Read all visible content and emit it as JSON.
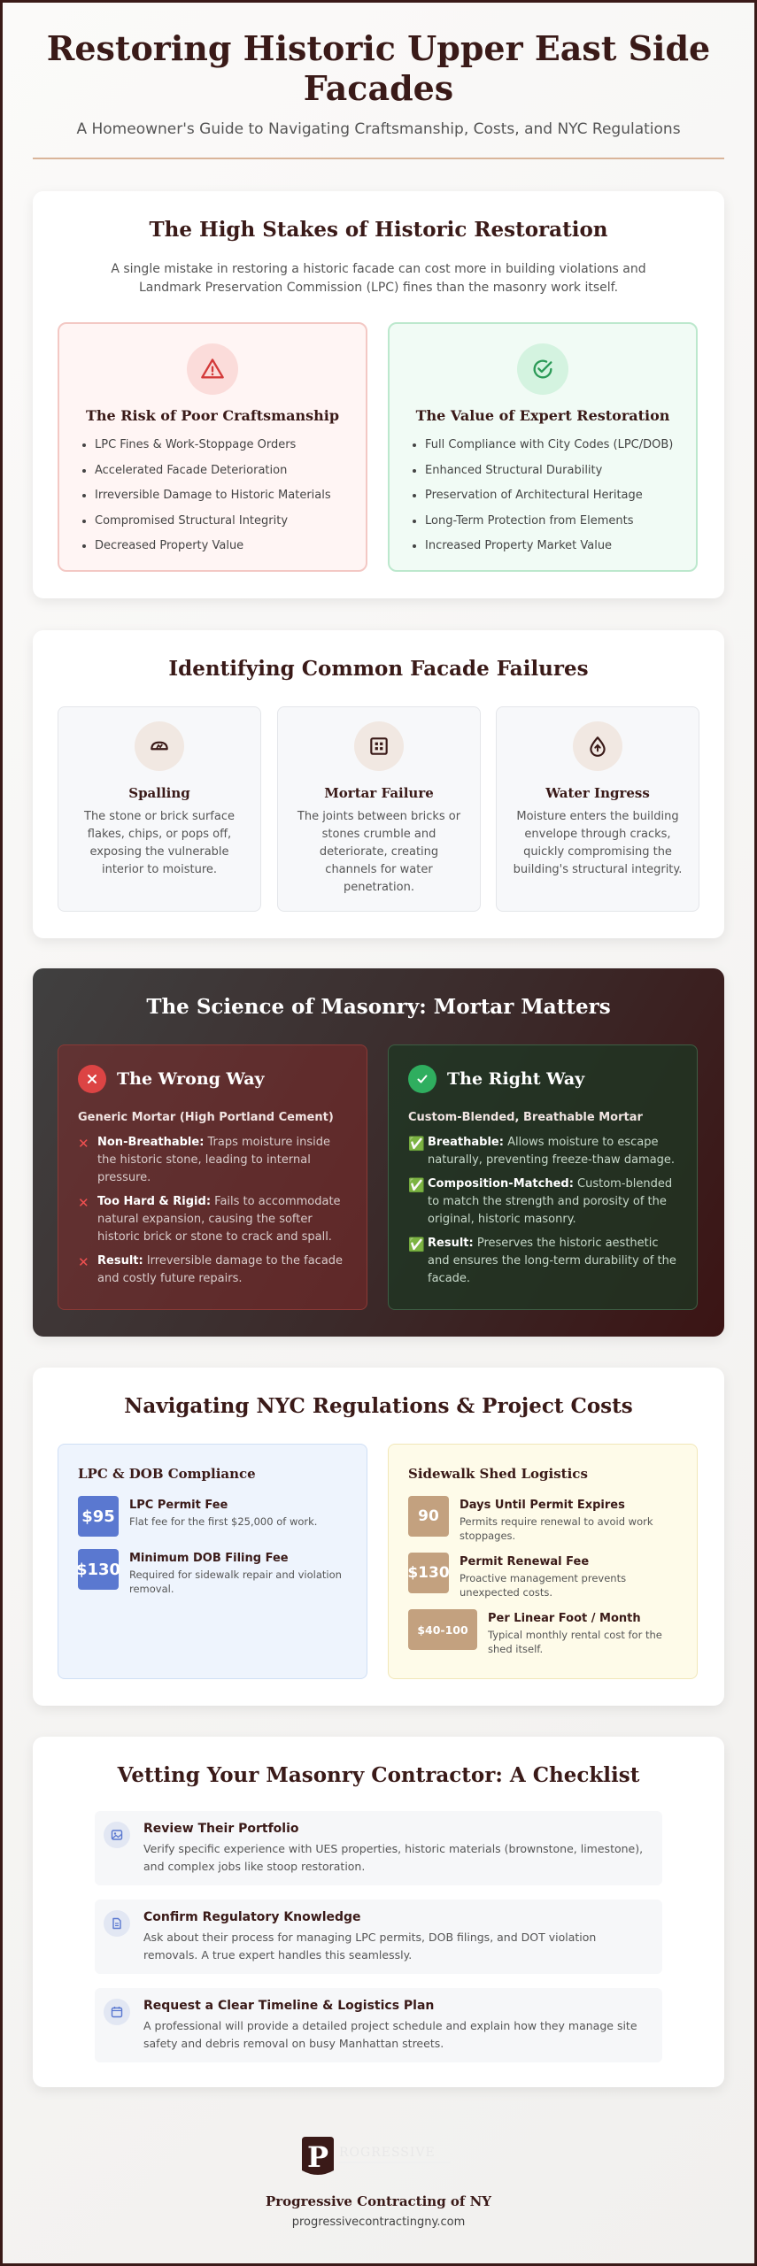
{
  "header": {
    "title": "Restoring Historic Upper East Side Facades",
    "subtitle": "A Homeowner's Guide to Navigating Craftsmanship, Costs, and NYC Regulations"
  },
  "stakes": {
    "title": "The High Stakes of Historic Restoration",
    "intro": "A single mistake in restoring a historic facade can cost more in building violations and Landmark Preservation Commission (LPC) fines than the masonry work itself.",
    "risk": {
      "icon": "warning-icon",
      "title": "The Risk of Poor Craftsmanship",
      "items": [
        "LPC Fines & Work-Stoppage Orders",
        "Accelerated Facade Deterioration",
        "Irreversible Damage to Historic Materials",
        "Compromised Structural Integrity",
        "Decreased Property Value"
      ]
    },
    "value": {
      "icon": "check-circle-icon",
      "title": "The Value of Expert Restoration",
      "items": [
        "Full Compliance with City Codes (LPC/DOB)",
        "Enhanced Structural Durability",
        "Preservation of Architectural Heritage",
        "Long-Term Protection from Elements",
        "Increased Property Market Value"
      ]
    }
  },
  "failures": {
    "title": "Identifying Common Facade Failures",
    "items": [
      {
        "icon": "broken-brick-icon",
        "title": "Spalling",
        "text": "The stone or brick surface flakes, chips, or pops off, exposing the vulnerable interior to moisture."
      },
      {
        "icon": "grid-icon",
        "title": "Mortar Failure",
        "text": "The joints between bricks or stones crumble and deteriorate, creating channels for water penetration."
      },
      {
        "icon": "water-drop-icon",
        "title": "Water Ingress",
        "text": "Moisture enters the building envelope through cracks, quickly compromising the building's structural integrity."
      }
    ]
  },
  "science": {
    "title": "The Science of Masonry: Mortar Matters",
    "wrong": {
      "title": "The Wrong Way",
      "subtitle": "Generic Mortar (High Portland Cement)",
      "items": [
        {
          "label": "Non-Breathable:",
          "text": " Traps moisture inside the historic stone, leading to internal pressure."
        },
        {
          "label": "Too Hard & Rigid:",
          "text": " Fails to accommodate natural expansion, causing the softer historic brick or stone to crack and spall."
        },
        {
          "label": "Result:",
          "text": " Irreversible damage to the facade and costly future repairs."
        }
      ]
    },
    "right": {
      "title": "The Right Way",
      "subtitle": "Custom-Blended, Breathable Mortar",
      "items": [
        {
          "label": "Breathable:",
          "text": " Allows moisture to escape naturally, preventing freeze-thaw damage."
        },
        {
          "label": "Composition-Matched:",
          "text": " Custom-blended to match the strength and porosity of the original, historic masonry."
        },
        {
          "label": "Result:",
          "text": " Preserves the historic aesthetic and ensures the long-term durability of the facade."
        }
      ]
    }
  },
  "regulations": {
    "title": "Navigating NYC Regulations & Project Costs",
    "lpc": {
      "title": "LPC & DOB Compliance",
      "rows": [
        {
          "badge": "$95",
          "label": "LPC Permit Fee",
          "text": "Flat fee for the first $25,000 of work."
        },
        {
          "badge": "$130",
          "label": "Minimum DOB Filing Fee",
          "text": "Required for sidewalk repair and violation removal."
        }
      ]
    },
    "shed": {
      "title": "Sidewalk Shed Logistics",
      "rows": [
        {
          "badge": "90",
          "label": "Days Until Permit Expires",
          "text": "Permits require renewal to avoid work stoppages."
        },
        {
          "badge": "$130",
          "label": "Permit Renewal Fee",
          "text": "Proactive management prevents unexpected costs."
        },
        {
          "badge": "$40-100",
          "label": "Per Linear Foot / Month",
          "text": "Typical monthly rental cost for the shed itself."
        }
      ]
    }
  },
  "checklist": {
    "title": "Vetting Your Masonry Contractor: A Checklist",
    "items": [
      {
        "icon": "image-icon",
        "title": "Review Their Portfolio",
        "text": "Verify specific experience with UES properties, historic materials (brownstone, limestone), and complex jobs like stoop restoration."
      },
      {
        "icon": "document-icon",
        "title": "Confirm Regulatory Knowledge",
        "text": "Ask about their process for managing LPC permits, DOB filings, and DOT violation removals. A true expert handles this seamlessly."
      },
      {
        "icon": "calendar-icon",
        "title": "Request a Clear Timeline & Logistics Plan",
        "text": "A professional will provide a detailed project schedule and explain how they manage site safety and debris removal on busy Manhattan streets."
      }
    ]
  },
  "footer": {
    "logo_text": "PROGRESSIVE",
    "company": "Progressive Contracting of NY",
    "url": "progressivecontractingny.com"
  },
  "colors": {
    "brand": "#3a1a18",
    "accent": "#d9b59a",
    "danger": "#dc4444",
    "success": "#2fae5f"
  }
}
